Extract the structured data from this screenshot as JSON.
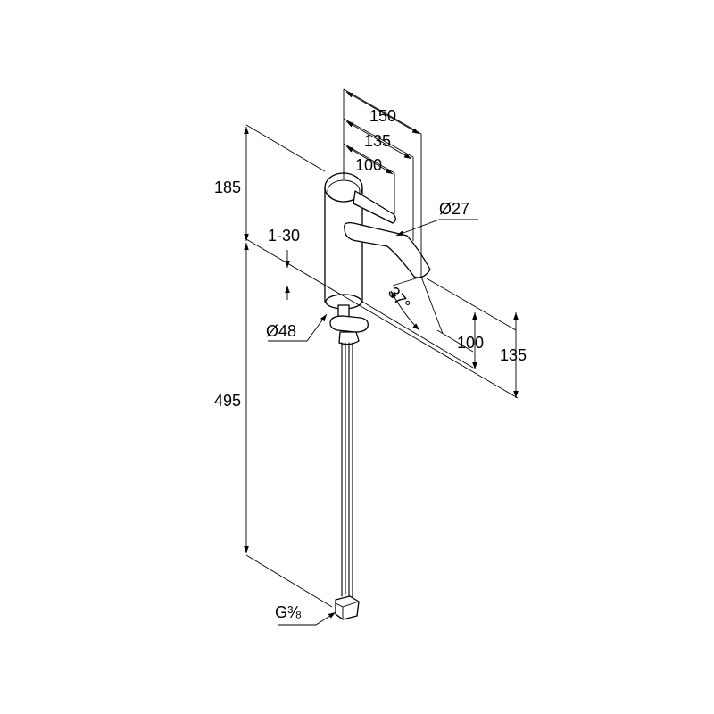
{
  "dimensions": {
    "width_150": "150",
    "width_135": "135",
    "width_100": "100",
    "height_185": "185",
    "adjust_range": "1-30",
    "spout_diameter": "Ø27",
    "base_diameter": "Ø48",
    "angle": "37°",
    "spout_height_100": "100",
    "spout_height_135": "135",
    "hose_length": "495",
    "thread": "G⅜"
  }
}
